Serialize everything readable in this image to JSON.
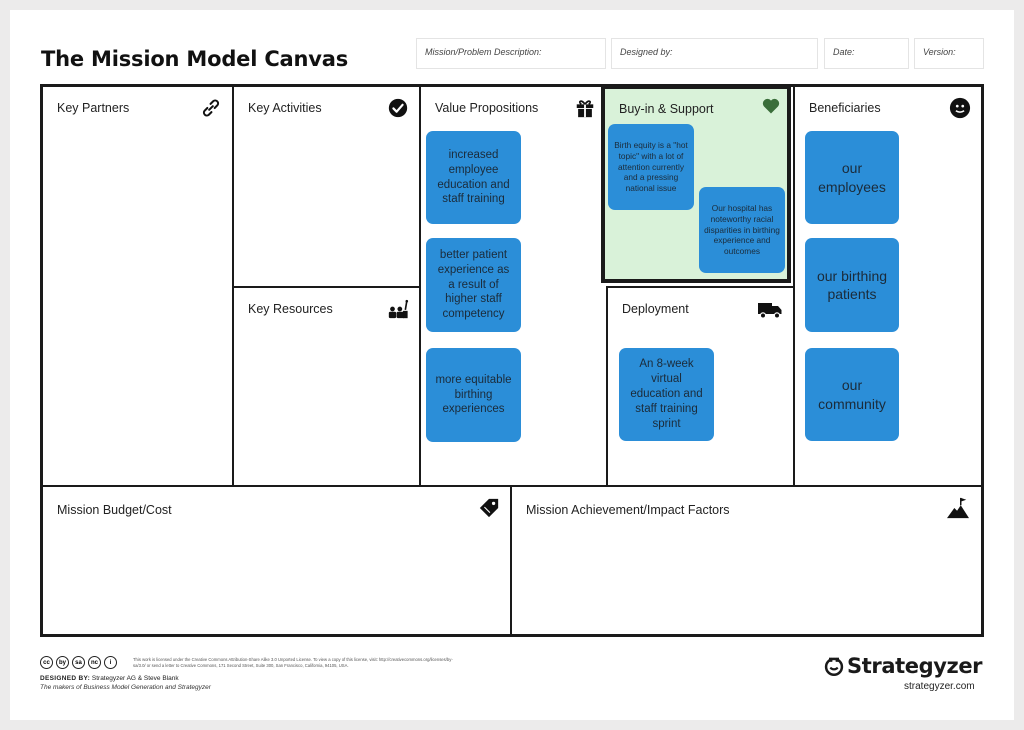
{
  "title": "The Mission Model Canvas",
  "meta_fields": {
    "mission": "Mission/Problem Description:",
    "designed_by": "Designed by:",
    "date": "Date:",
    "version": "Version:"
  },
  "blocks": {
    "key_partners": "Key Partners",
    "key_activities": "Key Activities",
    "key_resources": "Key Resources",
    "value_propositions": "Value Propositions",
    "buy_in_support": "Buy-in & Support",
    "deployment": "Deployment",
    "beneficiaries": "Beneficiaries",
    "mission_budget": "Mission Budget/Cost",
    "mission_achievement": "Mission Achievement/Impact Factors"
  },
  "icons": {
    "key_partners": "link-icon",
    "key_activities": "checkmark-icon",
    "key_resources": "workers-icon",
    "value_propositions": "gift-icon",
    "buy_in_support": "heart-icon",
    "deployment": "truck-icon",
    "beneficiaries": "face-icon",
    "mission_budget": "price-tag-icon",
    "mission_achievement": "mountain-flag-icon"
  },
  "notes": {
    "value_propositions": [
      "increased employee education and staff training",
      "better patient experience as a result of higher staff competency",
      "more equitable birthing experiences"
    ],
    "buy_in_support": [
      "Birth equity is a \"hot topic\" with a lot of attention currently and a pressing national issue",
      "Our hospital has noteworthy racial disparities in birthing experience and outcomes"
    ],
    "deployment": [
      "An 8-week virtual education and staff training sprint"
    ],
    "beneficiaries": [
      "our employees",
      "our birthing patients",
      "our community"
    ]
  },
  "colors": {
    "note_blue": "#2b8ed8",
    "highlight_green": "#d9f2d9",
    "heart_green": "#3a6e3a"
  },
  "footer": {
    "cc_badges": [
      "cc",
      "by",
      "sa",
      "nc",
      "i"
    ],
    "license_text": "This work is licensed under the Creative Commons Attribution-Share Alike 3.0 Unported License. To view a copy of this license, visit: http://creativecommons.org/licenses/by-sa/3.0/ or send a letter to Creative Commons, 171 Second Street, Suite 300, San Francisco, California, 94105, USA.",
    "designed_by_label": "DESIGNED BY:",
    "designed_by_value": "Strategyzer AG & Steve Blank",
    "tagline": "The makers of Business Model Generation and Strategyzer",
    "brand": "Strategyzer",
    "brand_url": "strategyzer.com"
  }
}
